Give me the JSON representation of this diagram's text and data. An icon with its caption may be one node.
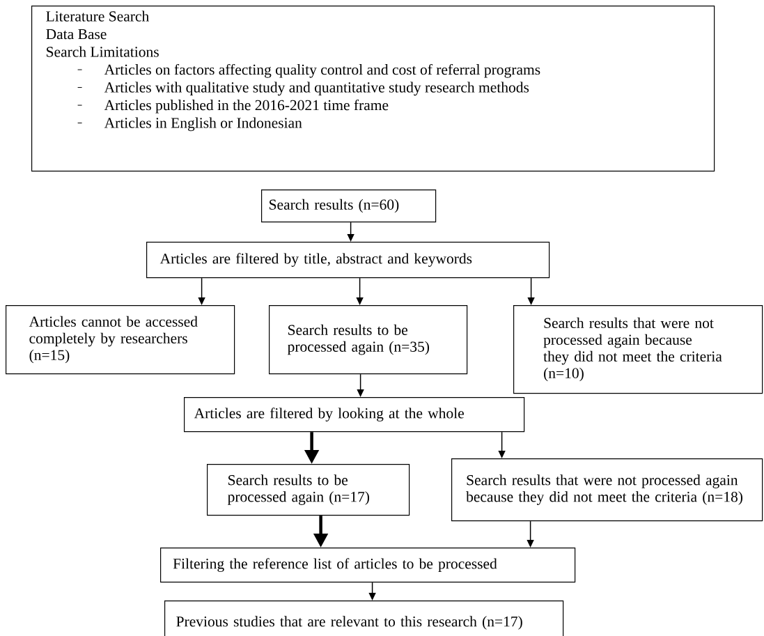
{
  "diagram": {
    "nodes": [
      {
        "text": [
          "Literature Search",
          "Data Base",
          "Search Limitations",
          "Articles on factors affecting quality control and cost of referral programs",
          "Articles with qualitative study and quantitative study research methods",
          "Articles published in the 2016-2021 time frame",
          "Articles in English or Indonesian"
        ]
      },
      {
        "text": [
          "Search results (n=60)"
        ]
      },
      {
        "text": [
          "Articles are filtered by title, abstract and keywords"
        ]
      },
      {
        "text": [
          "Articles cannot be accessed completely by researchers (n=15)"
        ]
      },
      {
        "text": [
          "Search results to be processed again (n=35)"
        ]
      },
      {
        "text": [
          "Search results that were not processed again because they did not meet the criteria (n=10)"
        ]
      },
      {
        "text": [
          "Articles are filtered by looking at the whole"
        ]
      },
      {
        "text": [
          "Search results to be processed again (n=17)"
        ]
      },
      {
        "text": [
          "Search results that were not processed again because they did not meet the criteria (n=18)"
        ]
      },
      {
        "text": [
          "Filtering the reference list of articles to be processed"
        ]
      },
      {
        "text": [
          "Previous studies that are relevant to this research (n=17)"
        ]
      }
    ],
    "edges": [
      {
        "from": 1,
        "to": 2,
        "arrow": "to"
      },
      {
        "from": 2,
        "to": 3,
        "arrow": "to"
      },
      {
        "from": 2,
        "to": 4,
        "arrow": "to"
      },
      {
        "from": 2,
        "to": 5,
        "arrow": "to"
      },
      {
        "from": 4,
        "to": 6,
        "arrow": "to"
      },
      {
        "from": 6,
        "to": 7,
        "arrow": "to",
        "style": "thick"
      },
      {
        "from": 6,
        "to": 8,
        "arrow": "to"
      },
      {
        "from": 7,
        "to": 9,
        "arrow": "to",
        "style": "thick"
      },
      {
        "from": 8,
        "to": 9,
        "arrow": "to"
      },
      {
        "from": 9,
        "to": 10,
        "arrow": "to"
      }
    ]
  }
}
